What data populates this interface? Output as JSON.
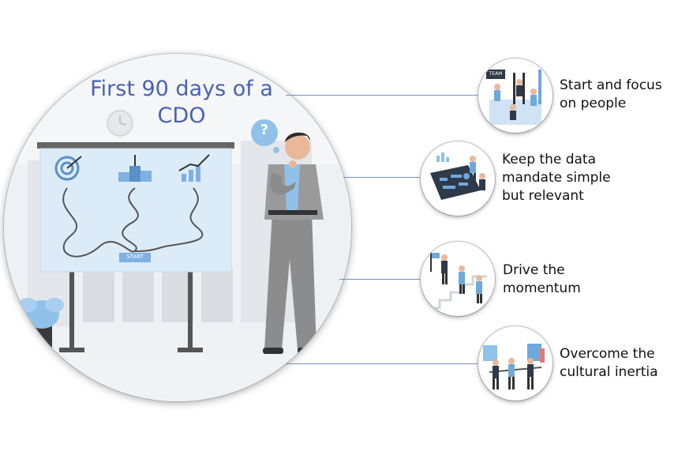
{
  "title_lines": [
    "First 90 days of a",
    "CDO"
  ],
  "illustration": {
    "board_label": "START",
    "thought_bubble": "?"
  },
  "steps": [
    {
      "label_lines": [
        "Start and focus",
        "on people"
      ],
      "icon": "team-people-icon",
      "badge": "TEAM"
    },
    {
      "label_lines": [
        "Keep the data",
        "mandate simple",
        "but relevant"
      ],
      "icon": "data-dashboard-icon"
    },
    {
      "label_lines": [
        "Drive the",
        "momentum"
      ],
      "icon": "climbing-stairs-icon"
    },
    {
      "label_lines": [
        "Overcome the",
        "cultural inertia"
      ],
      "icon": "tug-of-war-icon"
    }
  ],
  "colors": {
    "title": "#4a63b0",
    "accent_blue": "#6fa8dc",
    "connector": "#7a8fbf",
    "suit_gray": "#8c8c8c"
  }
}
